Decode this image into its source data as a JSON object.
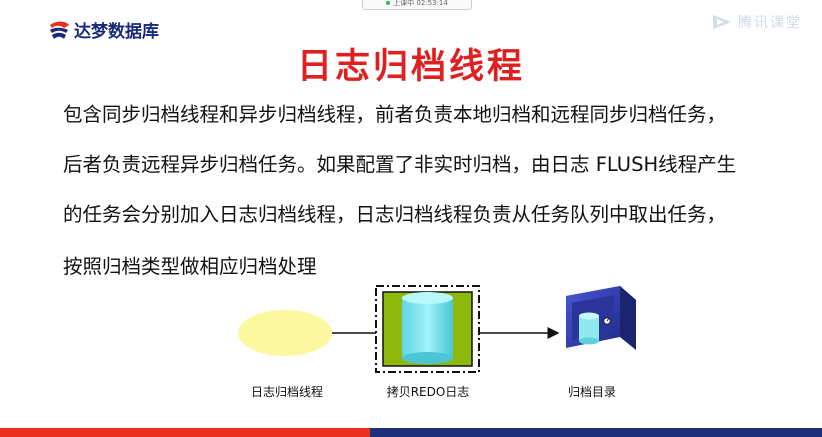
{
  "live_indicator": {
    "label": "上课中 02:53:14"
  },
  "brand": {
    "logo_text": "达梦数据库"
  },
  "watermark": {
    "text": "腾讯课堂"
  },
  "slide": {
    "title": "日志归档线程",
    "paragraph_lines": [
      "包含同步归档线程和异步归档线程，前者负责本地归档和远程同步归档任务，",
      "后者负责远程异步归档任务。如果配置了非实时归档，由日志 FLUSH线程产生",
      "的任务会分别加入日志归档线程，日志归档线程负责从任务队列中取出任务，",
      "按照归档类型做相应归档处理"
    ]
  },
  "diagram": {
    "captions": [
      "日志归档线程",
      "拷贝REDO日志",
      "归档目录"
    ]
  },
  "colors": {
    "title": "#e02020",
    "brand": "#1a2a7a",
    "bar_left": "#e8301c",
    "bar_right": "#1d2f7a",
    "ellipse": "#fbf8a0",
    "box_fill": "#8fb80c",
    "cylinder": "#6fe5ef",
    "safe": "#3440b8"
  }
}
